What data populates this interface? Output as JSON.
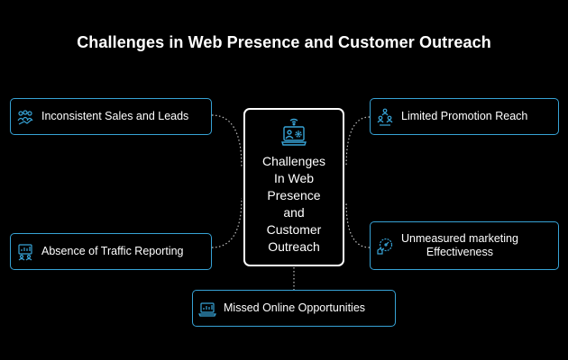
{
  "title": "Challenges in Web Presence and Customer Outreach",
  "colors": {
    "accent": "#37a3d6",
    "background": "#000000",
    "text": "#ffffff"
  },
  "center": {
    "lines": [
      "Challenges",
      "In Web",
      "Presence",
      "and",
      "Customer",
      "Outreach"
    ],
    "icon": "laptop-settings-icon"
  },
  "items": [
    {
      "label": "Inconsistent Sales and Leads",
      "icon": "people-growth-icon"
    },
    {
      "label": "Absence of Traffic Reporting",
      "icon": "report-board-icon"
    },
    {
      "label": "Limited Promotion Reach",
      "icon": "team-target-icon"
    },
    {
      "label_lines": [
        "Unmeasured marketing",
        "Effectiveness"
      ],
      "icon": "marketing-gauge-icon"
    },
    {
      "label": "Missed Online Opportunities",
      "icon": "laptop-chart-icon"
    }
  ]
}
